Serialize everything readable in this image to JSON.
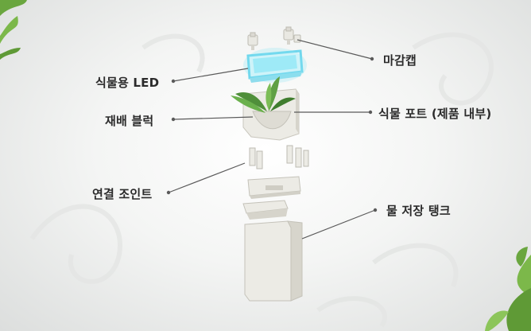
{
  "labels": {
    "finish_cap": "마감캡",
    "plant_led": "식물용 LED",
    "cultivation_block": "재배 블럭",
    "plant_pot": "식물 포트 (제품 내부)",
    "connection_joint": "연결 조인트",
    "water_tank": "물 저장 탱크"
  },
  "colors": {
    "background": "#f2f3f2",
    "module_body": "#ecebe5",
    "module_shadow": "#cfcdc4",
    "led_glow": "#7fe3f5",
    "leaf_green": "#4f8f3a",
    "leader_line": "#5a5a5a"
  }
}
